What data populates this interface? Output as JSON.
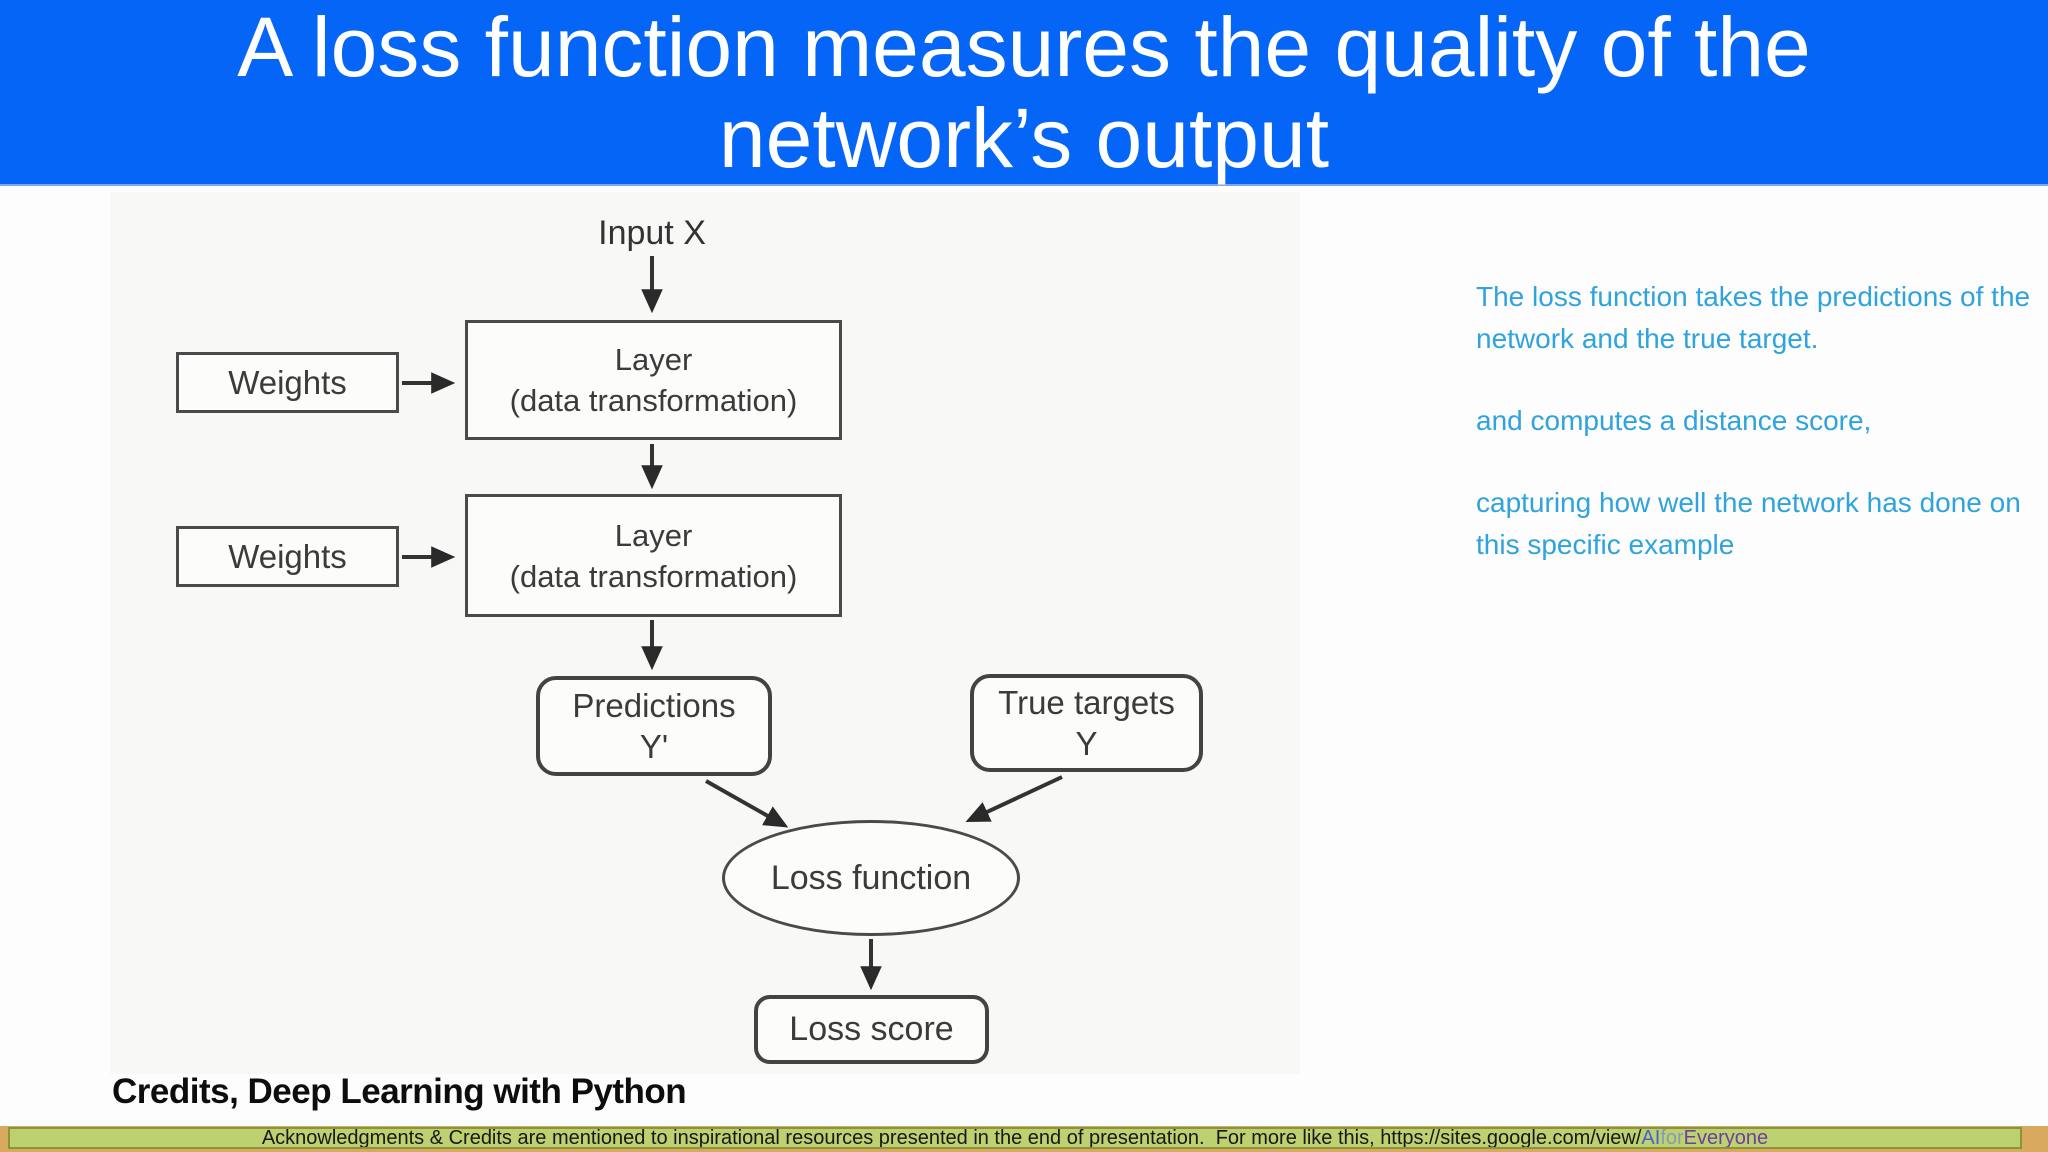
{
  "header": {
    "line1": "A loss function measures the quality of the",
    "line2": "network’s output",
    "bg_color": "#0565f7",
    "text_color": "#ffffff"
  },
  "diagram": {
    "input_label": "Input X",
    "weights_top": {
      "label": "Weights"
    },
    "weights_bottom": {
      "label": "Weights"
    },
    "layer_top": {
      "line1": "Layer",
      "line2": "(data transformation)"
    },
    "layer_bottom": {
      "line1": "Layer",
      "line2": "(data transformation)"
    },
    "predictions": {
      "line1": "Predictions",
      "line2": "Y'"
    },
    "true_targets": {
      "line1": "True targets",
      "line2": "Y"
    },
    "loss_function": {
      "label": "Loss function"
    },
    "loss_score": {
      "label": "Loss score"
    },
    "edges": [
      "Input X -> Layer (top)",
      "Weights (top) -> Layer (top)",
      "Layer (top) -> Layer (bottom)",
      "Weights (bottom) -> Layer (bottom)",
      "Layer (bottom) -> Predictions Y'",
      "Predictions Y' -> Loss function",
      "True targets Y -> Loss function",
      "Loss function -> Loss score"
    ]
  },
  "side_note": {
    "text_color": "#2ea3dd",
    "para1": "The loss function takes the predictions of the network and the true target.",
    "para2": "and computes a distance score,",
    "para3": "capturing how well the network has done on this specific example"
  },
  "credits_line": "Credits, Deep Learning with Python",
  "footer": {
    "message": "Acknowledgments & Credits are mentioned to inspirational resources presented in the end of presentation.  For more like this, https://sites.google.com/view/",
    "link_ai": "AI",
    "link_for": "for",
    "link_everyone": "Everyone",
    "bar_color": "#bdd170",
    "bar_border_color": "#87953f",
    "edge_color": "#d8a95f",
    "link_ai_color": "#4a5fd2",
    "link_for_color": "#8a9ab5",
    "link_everyone_color": "#6b3fa0"
  }
}
